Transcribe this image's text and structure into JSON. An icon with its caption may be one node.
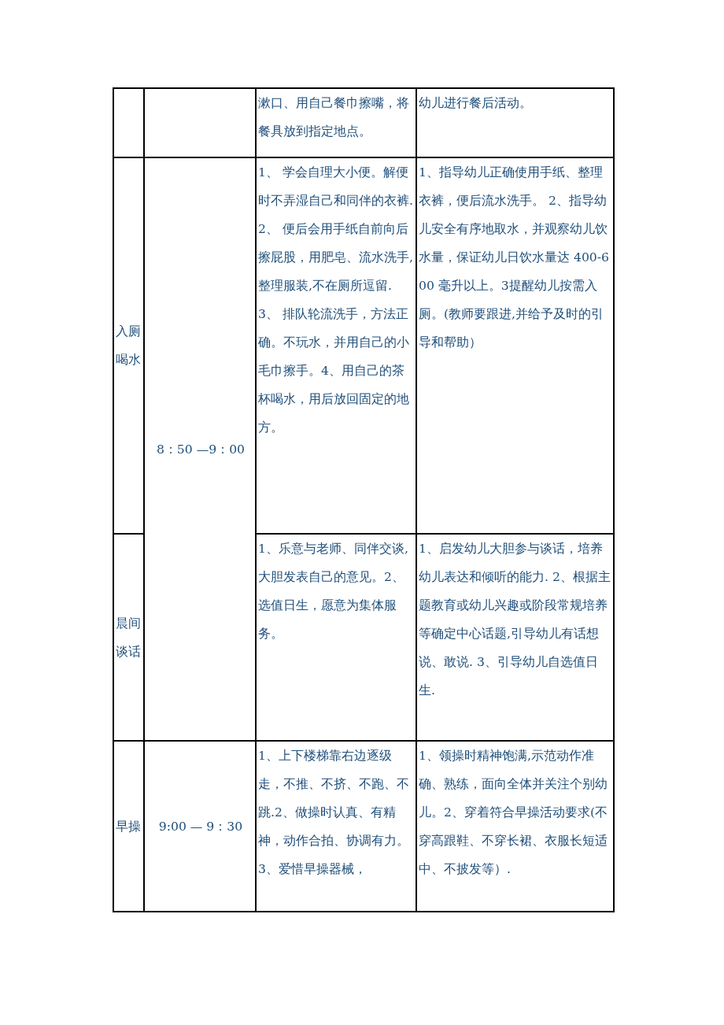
{
  "diagram": {
    "labels": [
      "漱口、用自己餐巾擦嘴，将餐具放到指定地点。",
      "幼儿进行餐后活动。",
      "入厕喝水",
      "8：50 —9：00",
      "1、 学会自理大小便。解便时不弄湿自己和同伴的衣裤. 2、 便后会用手纸自前向后擦屁股，用肥皂、流水洗手,整理服装,不在厕所逗留. 3、 排队轮流洗手，方法正确。不玩水，并用自己的小毛巾擦手。4、用自己的茶杯喝水，用后放回固定的地方。",
      "1、指导幼儿正确使用手纸、整理衣裤，便后流水洗手。 2、指导幼儿安全有序地取水，并观察幼儿饮水量，保证幼儿日饮水量达 400-600 毫升以上。3提醒幼儿按需入厕。(教师要跟进,并给予及时的引导和帮助）",
      "晨间谈话",
      "1、乐意与老师、同伴交谈,大胆发表自己的意见。2、选值日生，愿意为集体服务。",
      "1、启发幼儿大胆参与谈话，培养幼儿表达和倾听的能力. 2、根据主题教育或幼儿兴趣或阶段常规培养等确定中心话题,引导幼儿有话想说、敢说. 3、引导幼儿自选值日生.",
      "早操",
      "9:00 — 9：30",
      "1、上下楼梯靠右边逐级走，不推、不挤、不跑、不跳.2、做操时认真、有精神，动作合拍、协调有力。 3、爱惜早操器械，",
      "1、领操时精神饱满,示范动作准确、熟练，面向全体并关注个别幼儿。2、穿着符合早操活动要求(不穿高跟鞋、不穿长裙、衣服长短适中、不披发等）."
    ]
  }
}
